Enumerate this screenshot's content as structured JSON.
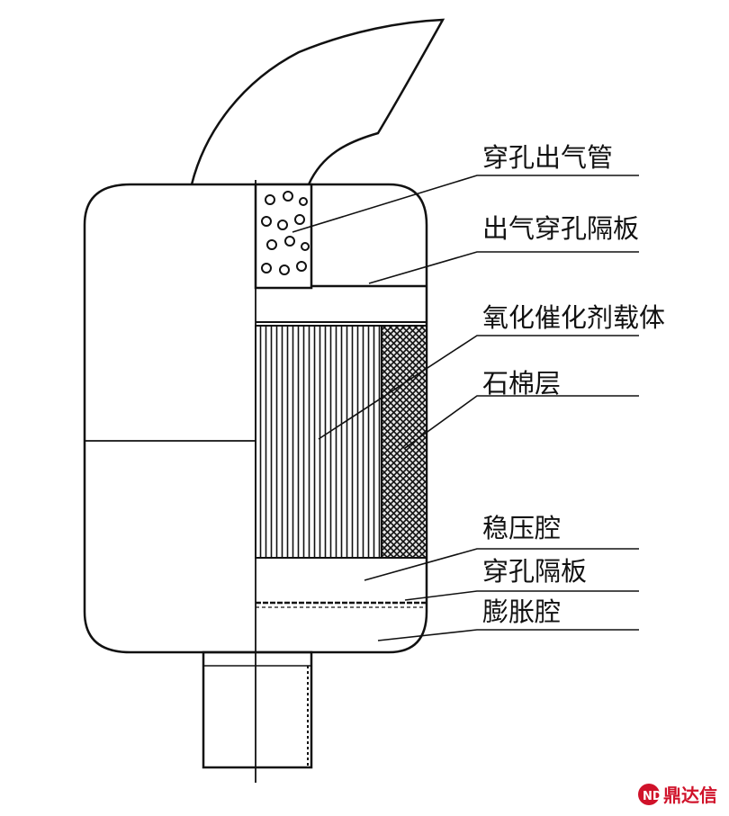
{
  "labels": {
    "outlet_pipe": "穿孔出气管",
    "outlet_baffle": "出气穿孔隔板",
    "catalyst_carrier": "氧化催化剂载体",
    "asbestos_layer": "石棉层",
    "stabilizing_chamber": "稳压腔",
    "perforated_baffle": "穿孔隔板",
    "expansion_chamber": "膨胀腔"
  },
  "watermark": {
    "text": "鼎达信",
    "color": "#d0122a"
  }
}
